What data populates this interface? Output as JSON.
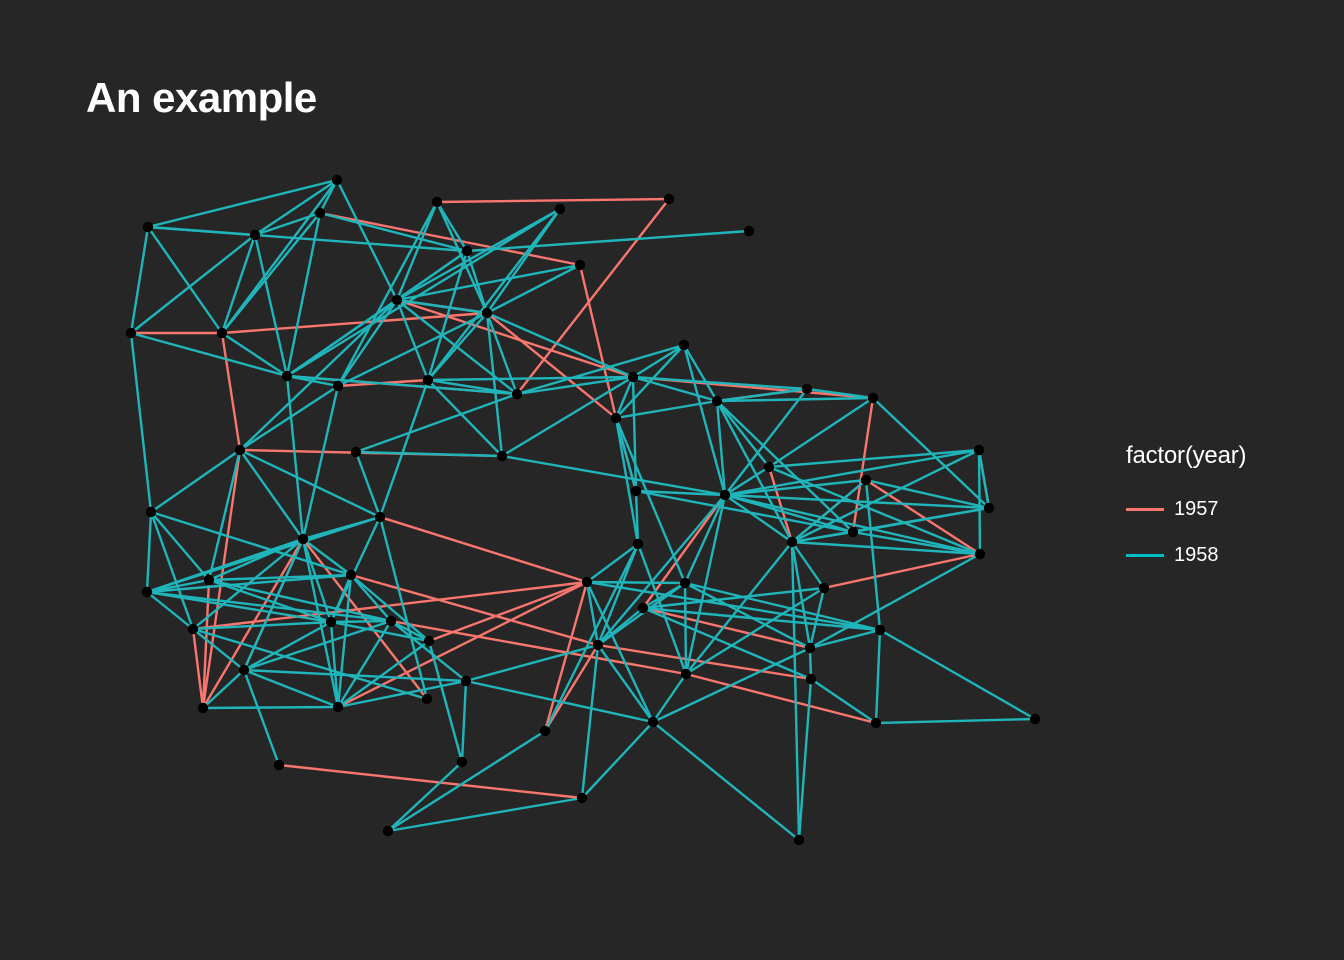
{
  "title": "An example",
  "legend": {
    "title": "factor(year)",
    "items": [
      {
        "label": "1957",
        "color": "#F8766D"
      },
      {
        "label": "1958",
        "color": "#00BFC4"
      }
    ]
  },
  "edge_color_1958": "#1FB5BA",
  "node_color": "#000000"
}
